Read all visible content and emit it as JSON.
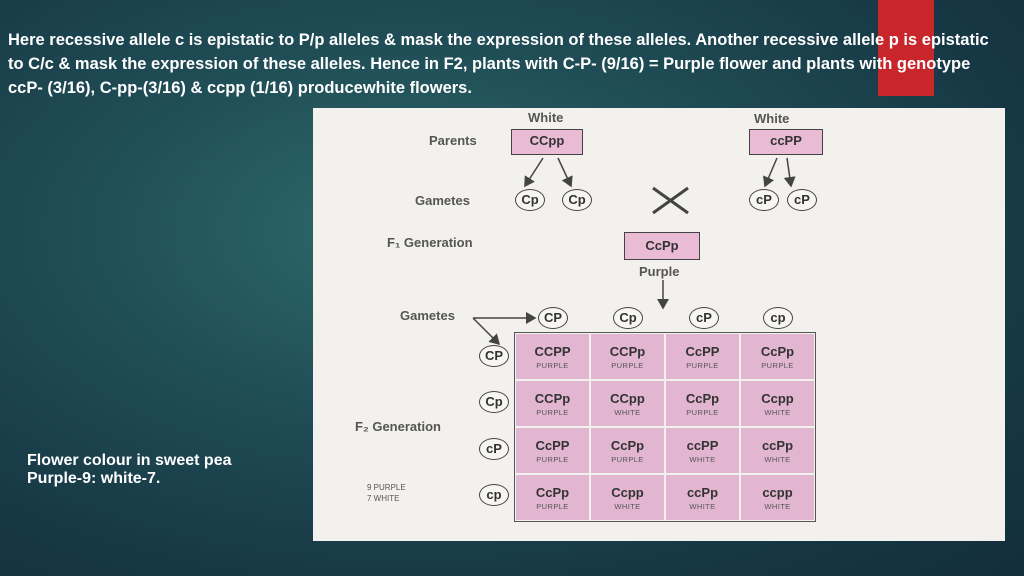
{
  "slide": {
    "paragraph": "Here recessive allele c is epistatic to P/p alleles & mask the expression of these alleles. Another recessive allele p is epistatic to C/c & mask the expression of these alleles. Hence in F2, plants with C-P- (9/16) = Purple flower and plants with genotype ccP- (3/16), C-pp-(3/16) & ccpp (1/16) producewhite flowers.",
    "caption_line1": "Flower colour in sweet pea",
    "caption_line2": "Purple-9: white-7.",
    "accent_color": "#c8262a"
  },
  "diagram": {
    "parents_label": "Parents",
    "parent1": {
      "color_label": "White",
      "genotype": "CCpp"
    },
    "parent2": {
      "color_label": "White",
      "genotype": "ccPP"
    },
    "gametes_label": "Gametes",
    "parent1_gametes": [
      "Cp",
      "Cp"
    ],
    "parent2_gametes": [
      "cP",
      "cP"
    ],
    "f1_label": "F₁ Generation",
    "f1_genotype": "CcPp",
    "f1_phenotype": "Purple",
    "f1_gametes_label": "Gametes",
    "f2_label": "F₂ Generation",
    "column_gametes": [
      "CP",
      "Cp",
      "cP",
      "cp"
    ],
    "row_gametes": [
      "CP",
      "Cp",
      "cP",
      "cp"
    ],
    "punnett": [
      [
        {
          "g": "CCPP",
          "p": "PURPLE"
        },
        {
          "g": "CCPp",
          "p": "PURPLE"
        },
        {
          "g": "CcPP",
          "p": "PURPLE"
        },
        {
          "g": "CcPp",
          "p": "PURPLE"
        }
      ],
      [
        {
          "g": "CCPp",
          "p": "PURPLE"
        },
        {
          "g": "CCpp",
          "p": "WHITE"
        },
        {
          "g": "CcPp",
          "p": "PURPLE"
        },
        {
          "g": "Ccpp",
          "p": "WHITE"
        }
      ],
      [
        {
          "g": "CcPP",
          "p": "PURPLE"
        },
        {
          "g": "CcPp",
          "p": "PURPLE"
        },
        {
          "g": "ccPP",
          "p": "WHITE"
        },
        {
          "g": "ccPp",
          "p": "WHITE"
        }
      ],
      [
        {
          "g": "CcPp",
          "p": "PURPLE"
        },
        {
          "g": "Ccpp",
          "p": "WHITE"
        },
        {
          "g": "ccPp",
          "p": "WHITE"
        },
        {
          "g": "ccpp",
          "p": "WHITE"
        }
      ]
    ],
    "count_purple": "9 PURPLE",
    "count_white": "7 WHITE"
  }
}
